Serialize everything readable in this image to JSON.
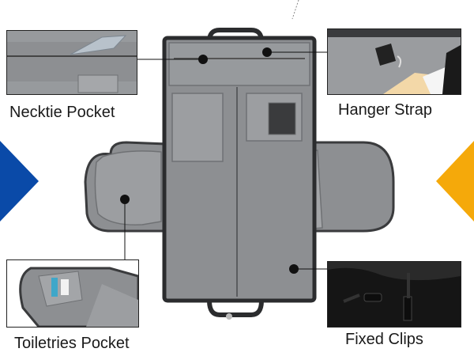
{
  "labels": {
    "necktie_pocket": "Necktie Pocket",
    "hanger_strap": "Hanger Strap",
    "toiletries_pocket": "Toiletries Pocket",
    "fixed_clips": "Fixed Clips"
  },
  "colors": {
    "left_arrow": "#0a4aa8",
    "right_arrow": "#f5a90a",
    "bag_lining": "#8d8f92",
    "bag_frame": "#2b2c2e",
    "leader_line": "#111111"
  },
  "icons": {
    "left_nav": "triangle-left-arrow",
    "right_nav": "triangle-right-arrow"
  }
}
